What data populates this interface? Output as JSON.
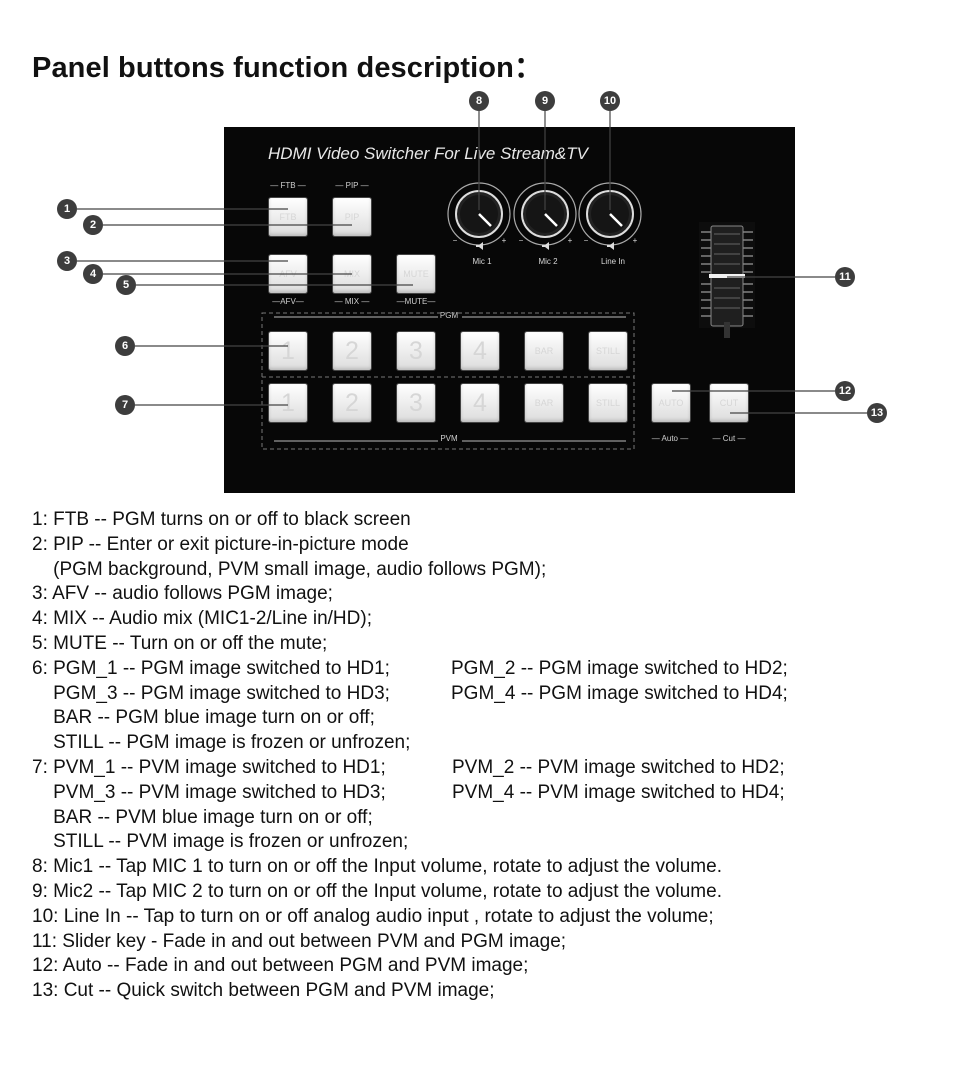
{
  "title": "Panel buttons function description：",
  "panel": {
    "title": "HDMI Video Switcher For Live Stream&TV",
    "group_labels": {
      "ftb": "— FTB —",
      "pip": "— PIP —",
      "afv": "—AFV—",
      "mix": "— MIX —",
      "mute": "—MUTE—",
      "pgm": "PGM",
      "pvm": "PVM",
      "auto": "— Auto —",
      "cut": "— Cut —"
    },
    "top_buttons": {
      "ftb": "FTB",
      "pip": "PIP",
      "afv": "AFV",
      "mix": "MIX",
      "mute": "MUTE"
    },
    "pgm_buttons": [
      "1",
      "2",
      "3",
      "4",
      "BAR",
      "STILL"
    ],
    "pvm_buttons": [
      "1",
      "2",
      "3",
      "4",
      "BAR",
      "STILL"
    ],
    "auto_button": "AUTO",
    "cut_button": "CUT",
    "knobs": [
      "Mic 1",
      "Mic 2",
      "Line In"
    ],
    "knob_minus": "−",
    "knob_plus": "+"
  },
  "callouts": [
    "1",
    "2",
    "3",
    "4",
    "5",
    "6",
    "7",
    "8",
    "9",
    "10",
    "11",
    "12",
    "13"
  ],
  "descriptions": [
    [
      "1: FTB -- PGM turns on or off to black screen"
    ],
    [
      "2: PIP -- Enter or exit picture-in-picture mode"
    ],
    [
      "    (PGM background, PVM small image, audio follows PGM);"
    ],
    [
      "3: AFV -- audio follows PGM image;"
    ],
    [
      "4: MIX -- Audio mix (MIC1-2/Line in/HD);"
    ],
    [
      "5: MUTE -- Turn on or off the mute;"
    ],
    [
      "6: PGM_1 -- PGM image switched to HD1;",
      "PGM_2 -- PGM image switched to HD2;"
    ],
    [
      "    PGM_3 -- PGM image switched to HD3;",
      "PGM_4 -- PGM image switched to HD4;"
    ],
    [
      "    BAR -- PGM blue image turn on or off;"
    ],
    [
      "    STILL -- PGM image is frozen or unfrozen;"
    ],
    [
      "7: PVM_1 -- PVM image switched to HD1;",
      "PVM_2 -- PVM image switched to HD2;"
    ],
    [
      "    PVM_3 -- PVM image switched to HD3;",
      "PVM_4 -- PVM image switched to HD4;"
    ],
    [
      "    BAR -- PVM blue image turn on or off;"
    ],
    [
      "    STILL -- PVM image is frozen or unfrozen;"
    ],
    [
      "8: Mic1 -- Tap MIC 1 to turn on or off the Input volume, rotate to adjust the volume."
    ],
    [
      "9: Mic2 -- Tap MIC 2 to turn on or off the Input volume, rotate to adjust the volume."
    ],
    [
      "10: Line In -- Tap to turn on or off analog audio input , rotate to adjust the volume;"
    ],
    [
      "11: Slider key - Fade in and out between PVM and PGM image;"
    ],
    [
      "12: Auto -- Fade in and out between PGM and PVM image;"
    ],
    [
      "13: Cut -- Quick switch between PGM and PVM image;"
    ]
  ]
}
